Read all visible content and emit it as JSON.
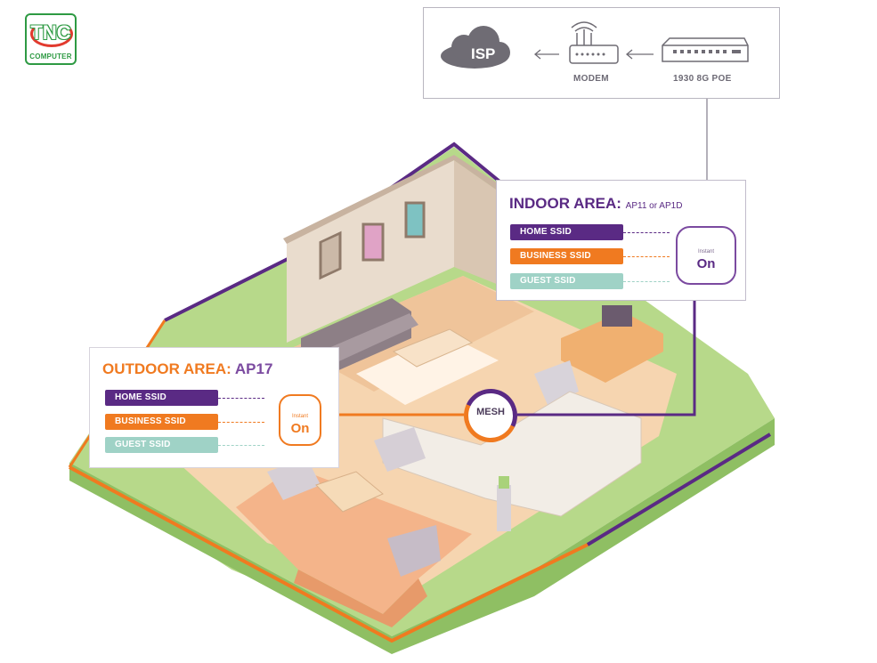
{
  "logo": {
    "name": "TNC",
    "subtitle": "COMPUTER"
  },
  "network": {
    "isp_label": "ISP",
    "modem_label": "MODEM",
    "switch_label": "1930 8G POE"
  },
  "indoor": {
    "title": "INDOOR AREA:",
    "model": "AP11 or AP1D",
    "ssids": [
      "HOME SSID",
      "BUSINESS SSID",
      "GUEST SSID"
    ],
    "device_brand": "Instant",
    "device_mark": "On"
  },
  "outdoor": {
    "title": "OUTDOOR AREA:",
    "model": "AP17",
    "ssids": [
      "HOME SSID",
      "BUSINESS SSID",
      "GUEST SSID"
    ],
    "device_brand": "Instant",
    "device_mark": "On"
  },
  "mesh_label": "MESH",
  "colors": {
    "purple": "#5a2a84",
    "orange": "#f07a20",
    "mint": "#9fd2c6",
    "grass": "#a9d27a",
    "floor": "#f5c9a0",
    "wall": "#ead8c4"
  }
}
